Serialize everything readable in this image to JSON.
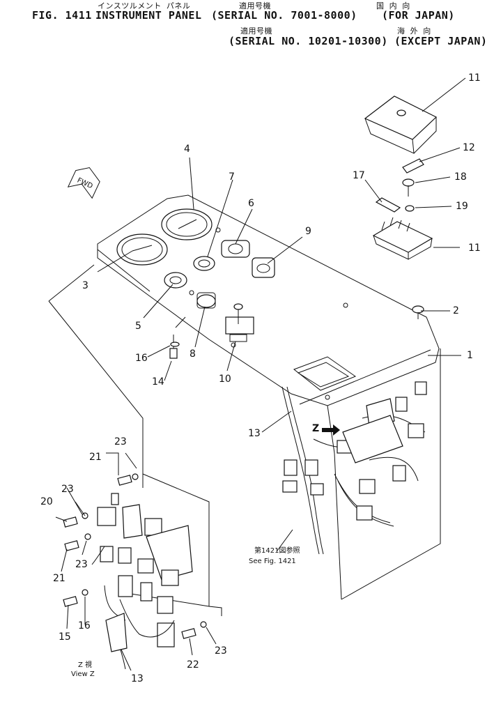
{
  "header": {
    "jp_line1": "インスツルメント パネル",
    "jp_applicable_1": "適用号機",
    "jp_domestic": "国 内 向",
    "fig": "FIG. 1411",
    "title": "INSTRUMENT PANEL",
    "serial_japan": "(SERIAL NO. 7001-8000)",
    "for_japan": "(FOR JAPAN)",
    "jp_applicable_2": "適用号機",
    "jp_overseas": "海 外 向",
    "serial_export": "(SERIAL NO. 10201-10300)",
    "except_japan": "(EXCEPT JAPAN)"
  },
  "fwd_label": "FWD",
  "z_marker": "Z",
  "see_fig": {
    "jp": "第1421図参照",
    "en": "See Fig. 1421"
  },
  "view_z": {
    "jp": "Z 視",
    "en": "View Z"
  },
  "callouts": {
    "c1": "1",
    "c2": "2",
    "c3": "3",
    "c4": "4",
    "c5": "5",
    "c6": "6",
    "c7": "7",
    "c8": "8",
    "c9": "9",
    "c10": "10",
    "c11a": "11",
    "c11b": "11",
    "c12": "12",
    "c13a": "13",
    "c13b": "13",
    "c14": "14",
    "c15": "15",
    "c16a": "16",
    "c16b": "16",
    "c17": "17",
    "c18": "18",
    "c19": "19",
    "c20": "20",
    "c21a": "21",
    "c21b": "21",
    "c22": "22",
    "c23a": "23",
    "c23b": "23",
    "c23c": "23",
    "c23d": "23"
  }
}
